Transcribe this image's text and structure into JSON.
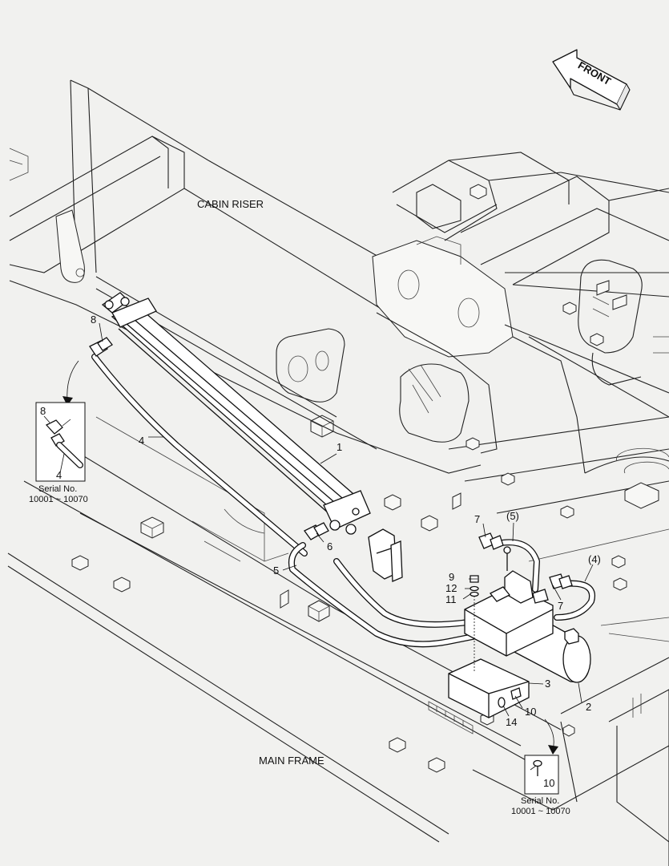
{
  "labels": {
    "cabin_riser": "CABIN RISER",
    "main_frame": "MAIN FRAME",
    "front": "FRONT"
  },
  "callouts": {
    "c1": "1",
    "c2": "2",
    "c3": "3",
    "c4": "4",
    "c5": "5",
    "c6": "6",
    "c7a": "7",
    "c7b": "7",
    "c8": "8",
    "c9": "9",
    "c10": "10",
    "c11": "11",
    "c12": "12",
    "c14": "14",
    "p5": "(5)",
    "p4": "(4)"
  },
  "inset_left": {
    "top_callout": "8",
    "bottom_callout": "4",
    "serial_title": "Serial No.",
    "serial_range": "10001 ~ 10070"
  },
  "inset_right": {
    "callout": "10",
    "serial_title": "Serial No.",
    "serial_range": "10001 ~ 10070"
  }
}
